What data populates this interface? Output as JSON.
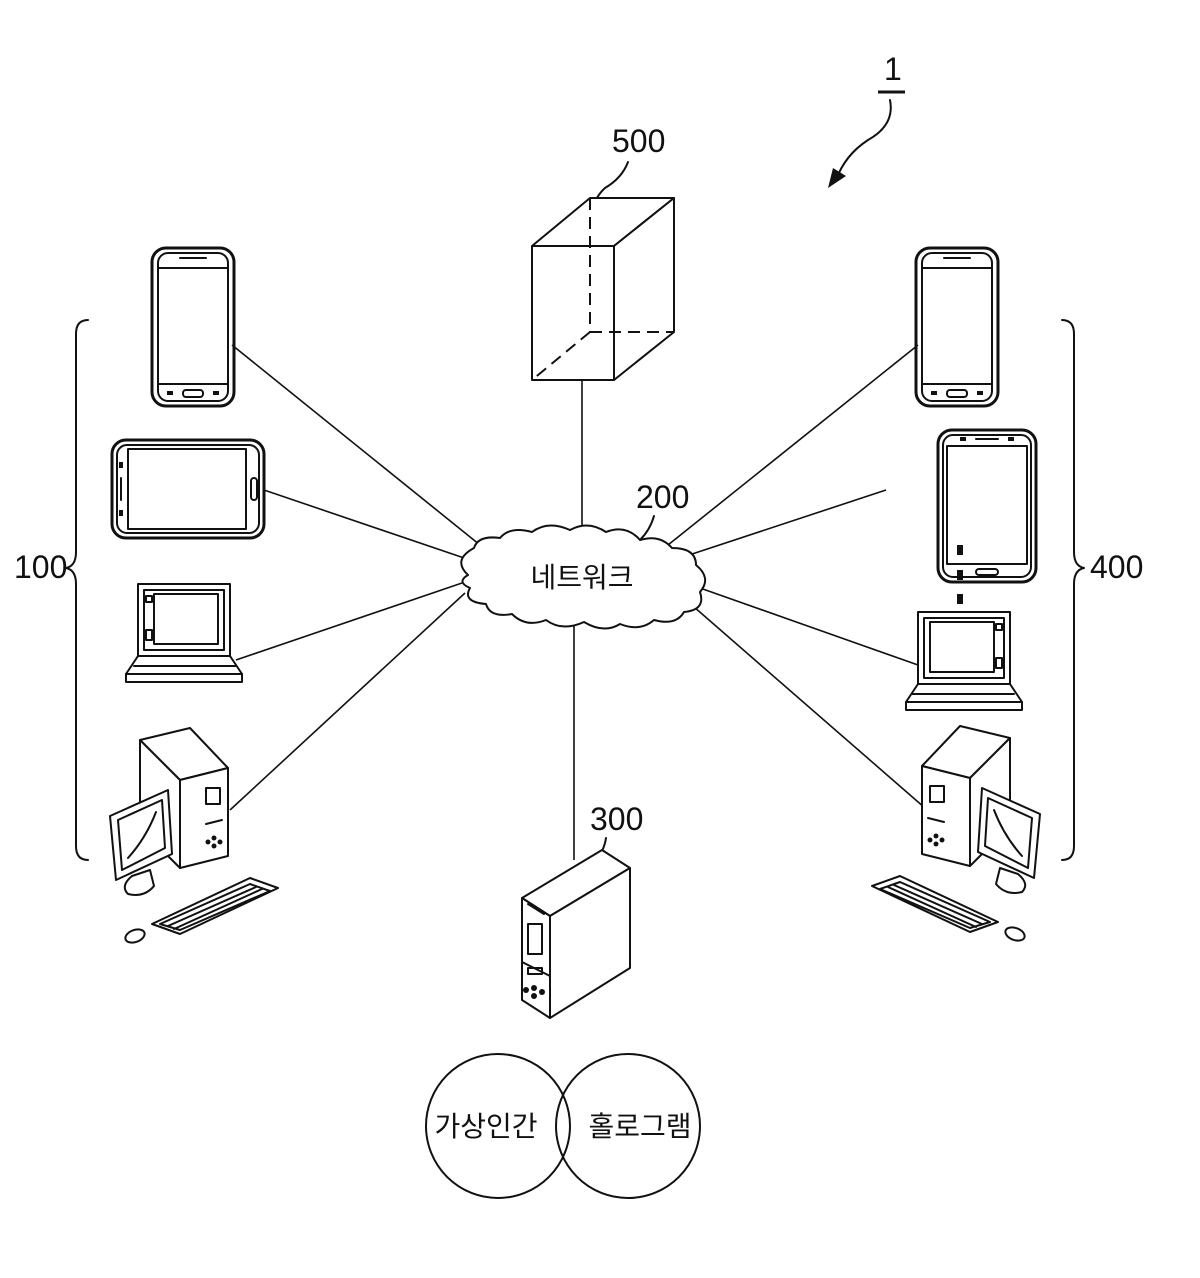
{
  "labels": {
    "system": "1",
    "group_left": "100",
    "network_ref": "200",
    "server": "300",
    "group_right": "400",
    "storage": "500"
  },
  "network": {
    "text": "네트워크"
  },
  "venn": {
    "left": "가상인간",
    "right": "홀로그램"
  },
  "icons": {
    "storage": "database-box-icon",
    "network": "cloud-icon",
    "server": "tower-server-icon",
    "phone": "smartphone-icon",
    "tablet": "tablet-icon",
    "laptop": "laptop-icon",
    "desktop": "desktop-computer-icon",
    "ellipsis": "vertical-ellipsis-icon"
  }
}
